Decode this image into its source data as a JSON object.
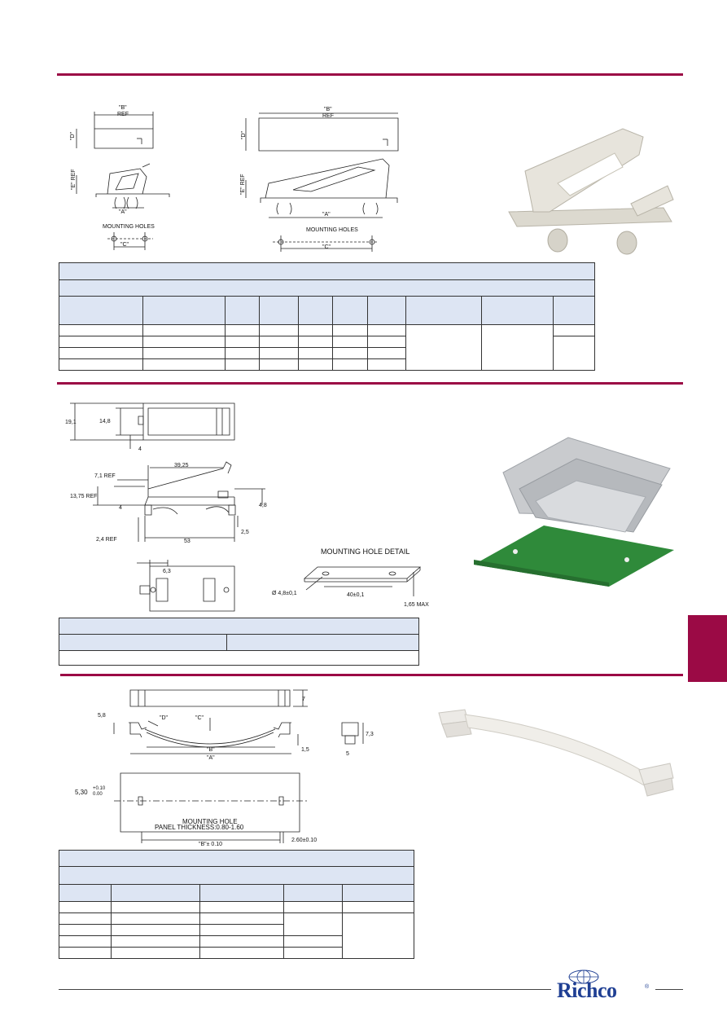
{
  "section1": {
    "labels": {
      "b_ref_left": "\"B\"",
      "ref_left": "REF",
      "d_left": "\"D\"",
      "e_ref_left": "\"E\" REF",
      "a_left": "\"A\"",
      "mounting_holes_left": "MOUNTING HOLES",
      "c_left": "\"C\"",
      "b_ref_right": "\"B\"",
      "ref_right": "REF",
      "d_right": "\"D\"",
      "e_ref_right": "\"E\" REF",
      "a_right": "\"A\"",
      "mounting_holes_right": "MOUNTING HOLES",
      "c_right": "\"C\""
    }
  },
  "section2": {
    "labels": {
      "d19": "19,1",
      "d14": "14,8",
      "d4a": "4",
      "d39": "39,25",
      "d71": "7,1 REF",
      "d1375": "13,75 REF",
      "d48": "4,8",
      "d4b": "4",
      "d24": "2,4 REF",
      "d53": "53",
      "d25": "2,5",
      "d63": "6,3",
      "mhd_title": "MOUNTING HOLE DETAIL",
      "mhd_dia": "Ø 4,8±0,1",
      "mhd_spacing": "40±0,1",
      "mhd_max": "1,65 MAX"
    }
  },
  "section3": {
    "labels": {
      "d7": "7",
      "d58": "5,8",
      "dD": "\"D\"",
      "dC": "\"C\"",
      "dB": "\"B\"",
      "dA": "\"A\"",
      "d15": "1,5",
      "d73": "7,3",
      "d5": "5",
      "d530": "5,30",
      "tol_plus": "+0.10",
      "tol_zero": "0.00",
      "mh_title": "MOUNTING HOLE",
      "mh_panel": "PANEL THICKNESS:0.80-1.60",
      "mh_b": "\"B\"± 0.10",
      "mh_260": "2.60±0.10"
    }
  },
  "logo": {
    "text": "Richco",
    "reg": "®"
  },
  "colors": {
    "accent": "#9b0a45",
    "table_header": "#dde5f3",
    "logo": "#1f3f93"
  }
}
